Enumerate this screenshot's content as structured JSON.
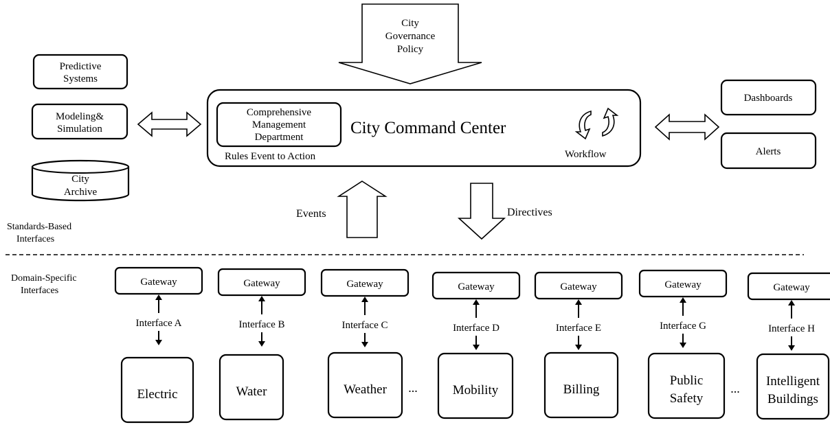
{
  "policy": {
    "lines": [
      "City",
      "Governance",
      "Policy"
    ]
  },
  "left_panel": {
    "predictive": {
      "lines": [
        "Predictive",
        "Systems"
      ]
    },
    "modeling": {
      "lines": [
        "Modeling&",
        "Simulation"
      ]
    },
    "archive": {
      "lines": [
        "City",
        "Archive"
      ]
    }
  },
  "command_center": {
    "title": "City Command Center",
    "department": {
      "lines": [
        "Comprehensive",
        "Management",
        "Department"
      ]
    },
    "rules": "Rules Event to Action",
    "workflow": "Workflow",
    "workflow_icon": "cycle-arrows-icon"
  },
  "right_panel": {
    "dashboards": "Dashboards",
    "alerts": "Alerts"
  },
  "flows": {
    "events": "Events",
    "directives": "Directives"
  },
  "layers": {
    "standards": {
      "lines": [
        "Standards-Based",
        "Interfaces"
      ]
    },
    "domain": {
      "lines": [
        "Domain-Specific",
        "Interfaces"
      ]
    }
  },
  "columns": [
    {
      "gateway": "Gateway",
      "interface": "Interface A",
      "domain": [
        "Electric"
      ],
      "ellipsis": false
    },
    {
      "gateway": "Gateway",
      "interface": "Interface B",
      "domain": [
        "Water"
      ],
      "ellipsis": false
    },
    {
      "gateway": "Gateway",
      "interface": "Interface C",
      "domain": [
        "Weather"
      ],
      "ellipsis": true
    },
    {
      "gateway": "Gateway",
      "interface": "Interface D",
      "domain": [
        "Mobility"
      ],
      "ellipsis": false
    },
    {
      "gateway": "Gateway",
      "interface": "Interface E",
      "domain": [
        "Billing"
      ],
      "ellipsis": false
    },
    {
      "gateway": "Gateway",
      "interface": "Interface G",
      "domain": [
        "Public",
        "Safety"
      ],
      "ellipsis": true
    },
    {
      "gateway": "Gateway",
      "interface": "Interface H",
      "domain": [
        "Intelligent",
        "Buildings"
      ],
      "ellipsis": false
    }
  ],
  "ellipsis_text": "..."
}
